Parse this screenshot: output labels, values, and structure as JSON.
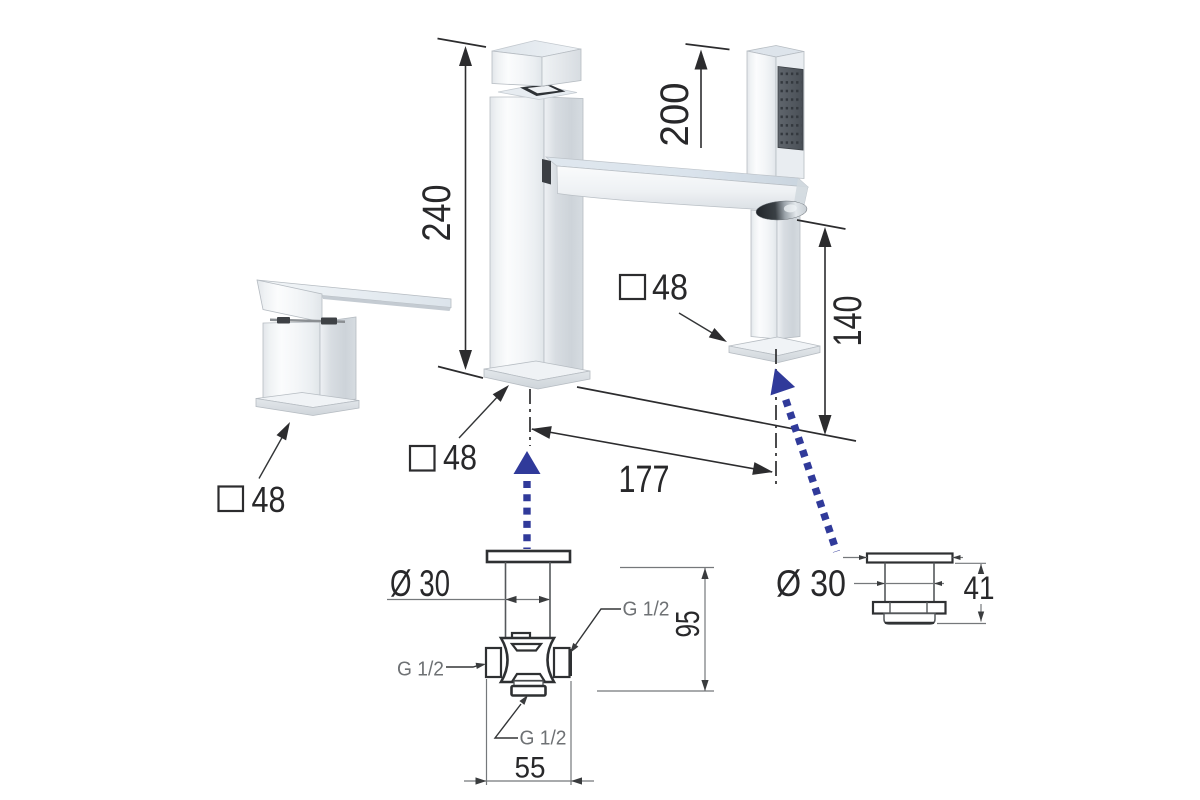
{
  "document": {
    "type": "product technical drawing",
    "subject": "3-hole deck mounted bath shower mixer with square body and hand shower",
    "background": "#ffffff"
  },
  "colors": {
    "line": "#2c2c2e",
    "thin_line": "#75787b",
    "text": "#28282a",
    "thread_text": "#6e7174",
    "accent_blue": "#303a9a",
    "chrome_light": "#f7f9fa",
    "chrome_mid": "#d9dee3",
    "chrome_dark": "#565b60",
    "spray_face": "#545a61"
  },
  "labels": {
    "spout_height": "240",
    "handshower_height": "200",
    "holder_height": "140",
    "centers_distance": "177",
    "lever_square": "48",
    "spout_square": "48",
    "holder_square": "48",
    "valve_diameter": "Ø 30",
    "shank_diameter": "Ø 30",
    "valve_depth": "95",
    "valve_width": "55",
    "shank_height": "41",
    "thread_right": "G 1/2",
    "thread_left": "G 1/2",
    "thread_bottom": "G 1/2"
  }
}
